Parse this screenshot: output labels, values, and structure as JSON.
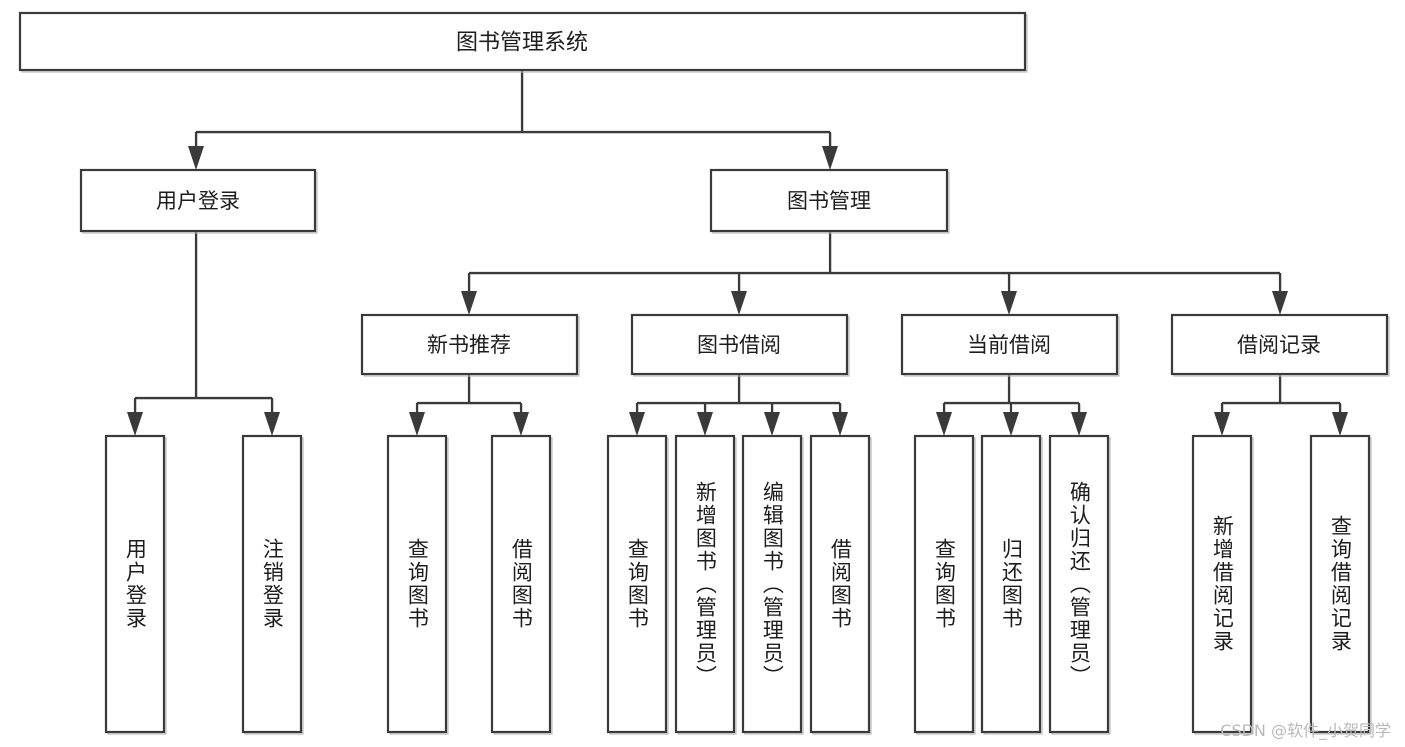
{
  "diagram": {
    "type": "tree",
    "title": "图书管理系统",
    "orientation": "top-down",
    "watermark": "CSDN @软件_小贺同学",
    "colors": {
      "box_stroke": "#3a3a3a",
      "box_fill": "#ffffff",
      "connector": "#3a3a3a",
      "text": "#1d1d1d",
      "watermark": "#b9b9b9",
      "background": "#ffffff"
    },
    "root": {
      "label": "图书管理系统"
    },
    "level2": [
      {
        "label": "用户登录"
      },
      {
        "label": "图书管理"
      }
    ],
    "level3": [
      {
        "label": "新书推荐"
      },
      {
        "label": "图书借阅"
      },
      {
        "label": "当前借阅"
      },
      {
        "label": "借阅记录"
      }
    ],
    "leaves": {
      "user_login": [
        {
          "label": "用户登录"
        },
        {
          "label": "注销登录"
        }
      ],
      "new_book_recommend": [
        {
          "label": "查询图书"
        },
        {
          "label": "借阅图书"
        }
      ],
      "book_borrow": [
        {
          "label": "查询图书"
        },
        {
          "label": "新增图书（管理员）"
        },
        {
          "label": "编辑图书（管理员）"
        },
        {
          "label": "借阅图书"
        }
      ],
      "current_borrow": [
        {
          "label": "查询图书"
        },
        {
          "label": "归还图书"
        },
        {
          "label": "确认归还（管理员）"
        }
      ],
      "borrow_record": [
        {
          "label": "新增借阅记录"
        },
        {
          "label": "查询借阅记录"
        }
      ]
    }
  }
}
